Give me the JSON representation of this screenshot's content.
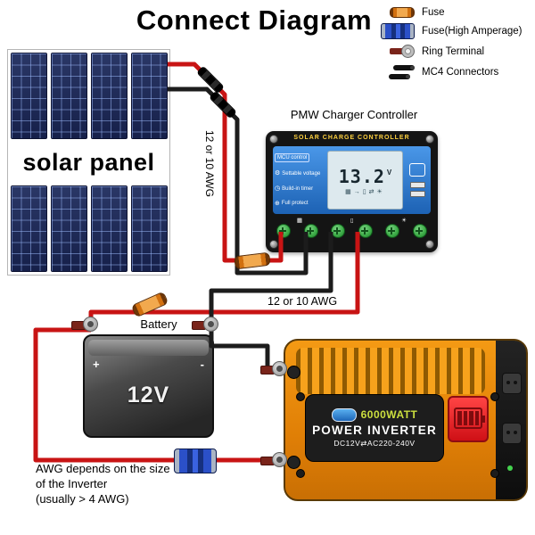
{
  "title": "Connect Diagram",
  "legend": [
    {
      "label": "Fuse"
    },
    {
      "label": "Fuse(High Amperage)"
    },
    {
      "label": "Ring Terminal"
    },
    {
      "label": "MC4 Connectors"
    }
  ],
  "solar_panel": {
    "label": "solar panel"
  },
  "controller": {
    "caption": "PMW Charger Controller",
    "header": "SOLAR CHARGE CONTROLLER",
    "display": {
      "value": "13.2",
      "unit": "V"
    },
    "features": {
      "mcu": "MCU control",
      "voltage": "Settable voltage",
      "timer": "Build-in timer",
      "protect": "Full protect"
    }
  },
  "labels": {
    "pv_wire_gauge": "12 or 10 AWG",
    "battery_wire_gauge": "12 or 10 AWG"
  },
  "battery": {
    "caption": "Battery",
    "voltage": "12V",
    "plus": "+",
    "minus": "-"
  },
  "inverter": {
    "wattage": "6000WATT",
    "name": "POWER INVERTER",
    "io": "DC12V⇄AC220-240V"
  },
  "note": {
    "line1": "AWG depends on the size",
    "line2": "of the Inverter",
    "line3": "(usually > 4 AWG)"
  },
  "icons": {
    "gear": "⚙",
    "timer": "◷",
    "protect": "⊕",
    "sun": "☀",
    "battery": "▯",
    "panel": "▦",
    "arrow": "→",
    "swap": "⇄"
  },
  "colors": {
    "wire_red": "#c81414",
    "wire_black": "#1c1c1c",
    "controller_blue": "#2e7fd0",
    "inverter_orange": "#f08a00",
    "fuse_orange": "#e08020",
    "fuse_blue": "#2b50c8",
    "terminal_green": "#3fae49",
    "display_red": "#df2128"
  }
}
